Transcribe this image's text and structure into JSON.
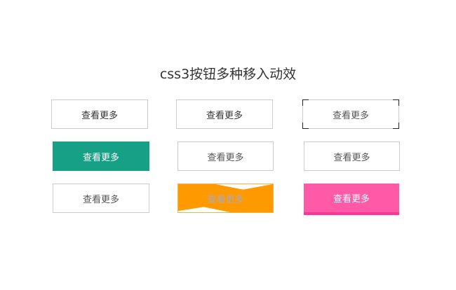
{
  "title": "css3按钮多种移入动效",
  "buttons": [
    {
      "label": "查看更多"
    },
    {
      "label": "查看更多"
    },
    {
      "label": "查看更多"
    },
    {
      "label": "查看更多"
    },
    {
      "label": "查看更多"
    },
    {
      "label": "查看更多"
    },
    {
      "label": "查看更多"
    },
    {
      "label": "查看更多"
    },
    {
      "label": "查看更多"
    }
  ],
  "colors": {
    "teal": "#16a085",
    "orange": "#ff9900",
    "pink": "#ff5aa8",
    "pink_border": "#ff3399"
  }
}
